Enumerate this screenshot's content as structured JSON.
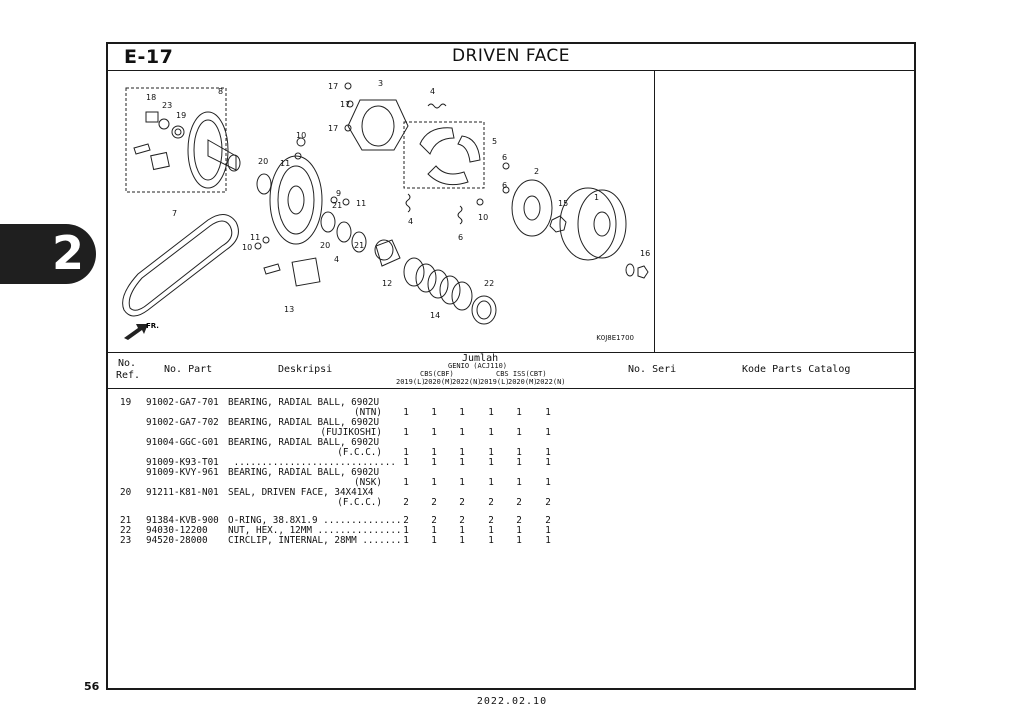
{
  "page": {
    "section_code": "E-17",
    "section_title": "DRIVEN FACE",
    "page_number": "56",
    "date": "2022.02.10",
    "chapter": "2",
    "diagram_code": "K0J8E1700",
    "front_marker": "FR."
  },
  "callouts": [
    "17",
    "17",
    "17",
    "3",
    "4",
    "8",
    "18",
    "23",
    "19",
    "10",
    "11",
    "20",
    "5",
    "6",
    "6",
    "2",
    "15",
    "1",
    "7",
    "11",
    "10",
    "21",
    "21",
    "20",
    "4",
    "4",
    "6",
    "10",
    "11",
    "9",
    "13",
    "12",
    "14",
    "22",
    "16"
  ],
  "columns": {
    "no_ref": "No.",
    "no_ref_2": "Ref.",
    "no_part": "No. Part",
    "deskripsi": "Deskripsi",
    "jumlah": "Jumlah",
    "model": "GENIO (ACJ110)",
    "group_cbs": "CBS(CBF)",
    "group_iss": "CBS ISS(CBT)",
    "years": [
      "2019(L)",
      "2020(M)",
      "2022(N)",
      "2019(L)",
      "2020(M)",
      "2022(N)"
    ],
    "no_seri": "No. Seri",
    "kode": "Kode Parts Catalog"
  },
  "rows": [
    {
      "ref": "19",
      "part": "91002-GA7-701",
      "desc": "BEARING, RADIAL BALL, 6902U"
    },
    {
      "sub": "(NTN)",
      "q": [
        "1",
        "1",
        "1",
        "1",
        "1",
        "1"
      ]
    },
    {
      "part": "91002-GA7-702",
      "desc": "BEARING, RADIAL BALL, 6902U"
    },
    {
      "sub": "(FUJIKOSHI)",
      "q": [
        "1",
        "1",
        "1",
        "1",
        "1",
        "1"
      ]
    },
    {
      "part": "91004-GGC-G01",
      "desc": "BEARING, RADIAL BALL, 6902U"
    },
    {
      "sub": "(F.C.C.)",
      "q": [
        "1",
        "1",
        "1",
        "1",
        "1",
        "1"
      ]
    },
    {
      "part": "91009-K93-T01",
      "desc": " .............................",
      "q": [
        "1",
        "1",
        "1",
        "1",
        "1",
        "1"
      ]
    },
    {
      "part": "91009-KVY-961",
      "desc": "BEARING, RADIAL BALL, 6902U"
    },
    {
      "sub": "(NSK)",
      "q": [
        "1",
        "1",
        "1",
        "1",
        "1",
        "1"
      ]
    },
    {
      "ref": "20",
      "part": "91211-K81-N01",
      "desc": "SEAL, DRIVEN FACE, 34X41X4"
    },
    {
      "sub": "(F.C.C.)",
      "q": [
        "2",
        "2",
        "2",
        "2",
        "2",
        "2"
      ]
    },
    {
      "ref": "21",
      "part": "91384-KVB-900",
      "desc": "O-RING, 38.8X1.9 ..............",
      "q": [
        "2",
        "2",
        "2",
        "2",
        "2",
        "2"
      ]
    },
    {
      "ref": "22",
      "part": "94030-12200",
      "desc": "NUT, HEX., 12MM ...............",
      "q": [
        "1",
        "1",
        "1",
        "1",
        "1",
        "1"
      ]
    },
    {
      "ref": "23",
      "part": "94520-28000",
      "desc": "CIRCLIP, INTERNAL, 28MM .......",
      "q": [
        "1",
        "1",
        "1",
        "1",
        "1",
        "1"
      ]
    }
  ]
}
